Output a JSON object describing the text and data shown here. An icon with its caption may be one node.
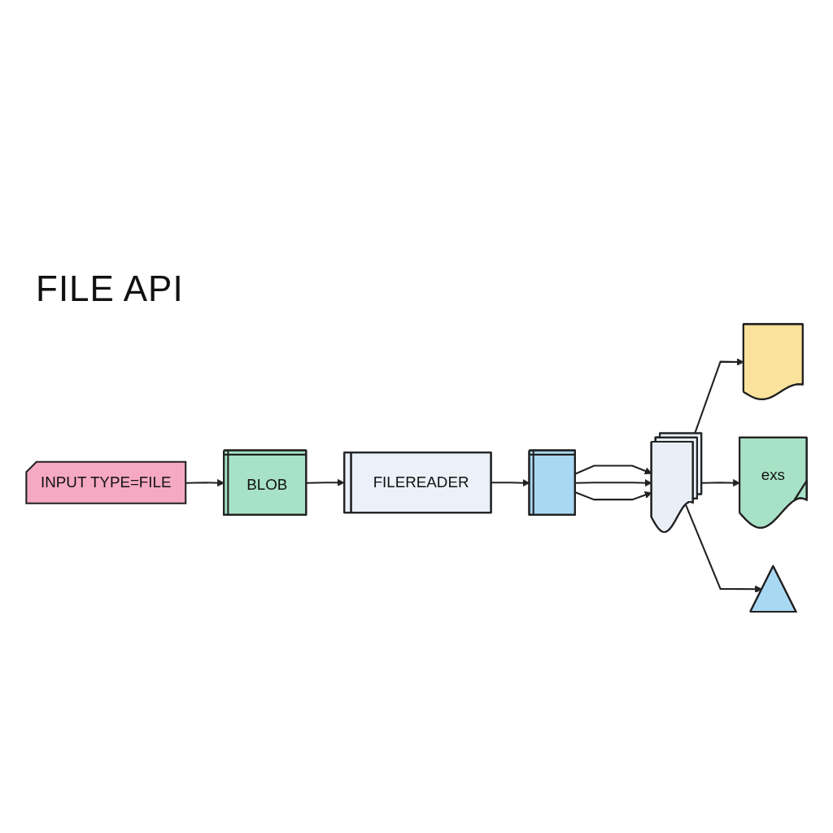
{
  "diagram": {
    "title": "FILE API",
    "nodes": [
      {
        "text": [
          "INPUT TYPE=FILE"
        ]
      },
      {
        "text": [
          "BLOB"
        ]
      },
      {
        "text": [
          "FILEREADER"
        ]
      },
      {
        "text": [],
        "shape": "box"
      },
      {
        "text": [],
        "shape": "picture"
      },
      {
        "text": [],
        "shape": "document"
      },
      {
        "text": [
          "exs"
        ]
      },
      {
        "text": [],
        "shape": "picture"
      }
    ],
    "edges": [
      {
        "from": 0,
        "to": 1,
        "arrow": "to"
      },
      {
        "from": 1,
        "to": 2,
        "arrow": "to"
      },
      {
        "from": 2,
        "to": 3,
        "arrow": "to"
      },
      {
        "from": 3,
        "to": 4,
        "arrow": "to"
      },
      {
        "from": 3,
        "to": 4,
        "arrow": "to"
      },
      {
        "from": 3,
        "to": 4,
        "arrow": "to"
      },
      {
        "from": 4,
        "to": 5,
        "arrow": "to"
      },
      {
        "from": 4,
        "to": 6,
        "arrow": "to"
      },
      {
        "from": 4,
        "to": 7,
        "arrow": "to"
      }
    ]
  }
}
